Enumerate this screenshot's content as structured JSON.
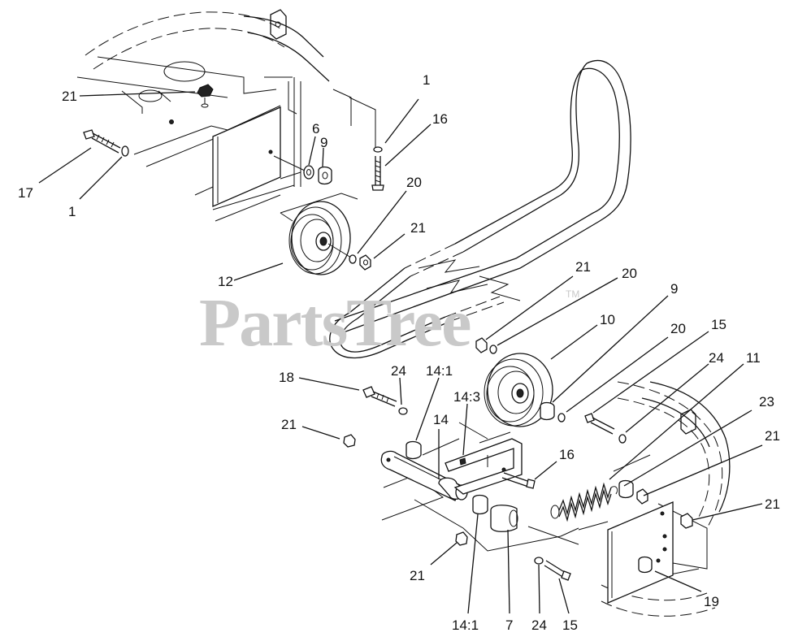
{
  "watermark": {
    "text": "PartsTree",
    "trademark": "TM"
  },
  "callouts": [
    {
      "id": "c-21-a",
      "label": "21"
    },
    {
      "id": "c-1-a",
      "label": "1"
    },
    {
      "id": "c-16-a",
      "label": "16"
    },
    {
      "id": "c-6",
      "label": "6"
    },
    {
      "id": "c-9-a",
      "label": "9"
    },
    {
      "id": "c-17",
      "label": "17"
    },
    {
      "id": "c-1-b",
      "label": "1"
    },
    {
      "id": "c-20-a",
      "label": "20"
    },
    {
      "id": "c-21-b",
      "label": "21"
    },
    {
      "id": "c-12",
      "label": "12"
    },
    {
      "id": "c-21-c",
      "label": "21"
    },
    {
      "id": "c-20-b",
      "label": "20"
    },
    {
      "id": "c-9-b",
      "label": "9"
    },
    {
      "id": "c-10",
      "label": "10"
    },
    {
      "id": "c-20-c",
      "label": "20"
    },
    {
      "id": "c-15-a",
      "label": "15"
    },
    {
      "id": "c-24-a",
      "label": "24"
    },
    {
      "id": "c-11",
      "label": "11"
    },
    {
      "id": "c-18",
      "label": "18"
    },
    {
      "id": "c-24-b",
      "label": "24"
    },
    {
      "id": "c-14-1-a",
      "label": "14:1"
    },
    {
      "id": "c-14-3",
      "label": "14:3"
    },
    {
      "id": "c-23",
      "label": "23"
    },
    {
      "id": "c-21-d",
      "label": "21"
    },
    {
      "id": "c-14",
      "label": "14"
    },
    {
      "id": "c-21-e",
      "label": "21"
    },
    {
      "id": "c-16-b",
      "label": "16"
    },
    {
      "id": "c-21-f",
      "label": "21"
    },
    {
      "id": "c-21-g",
      "label": "21"
    },
    {
      "id": "c-19",
      "label": "19"
    },
    {
      "id": "c-14-1-b",
      "label": "14:1"
    },
    {
      "id": "c-7",
      "label": "7"
    },
    {
      "id": "c-24-c",
      "label": "24"
    },
    {
      "id": "c-15-b",
      "label": "15"
    }
  ]
}
